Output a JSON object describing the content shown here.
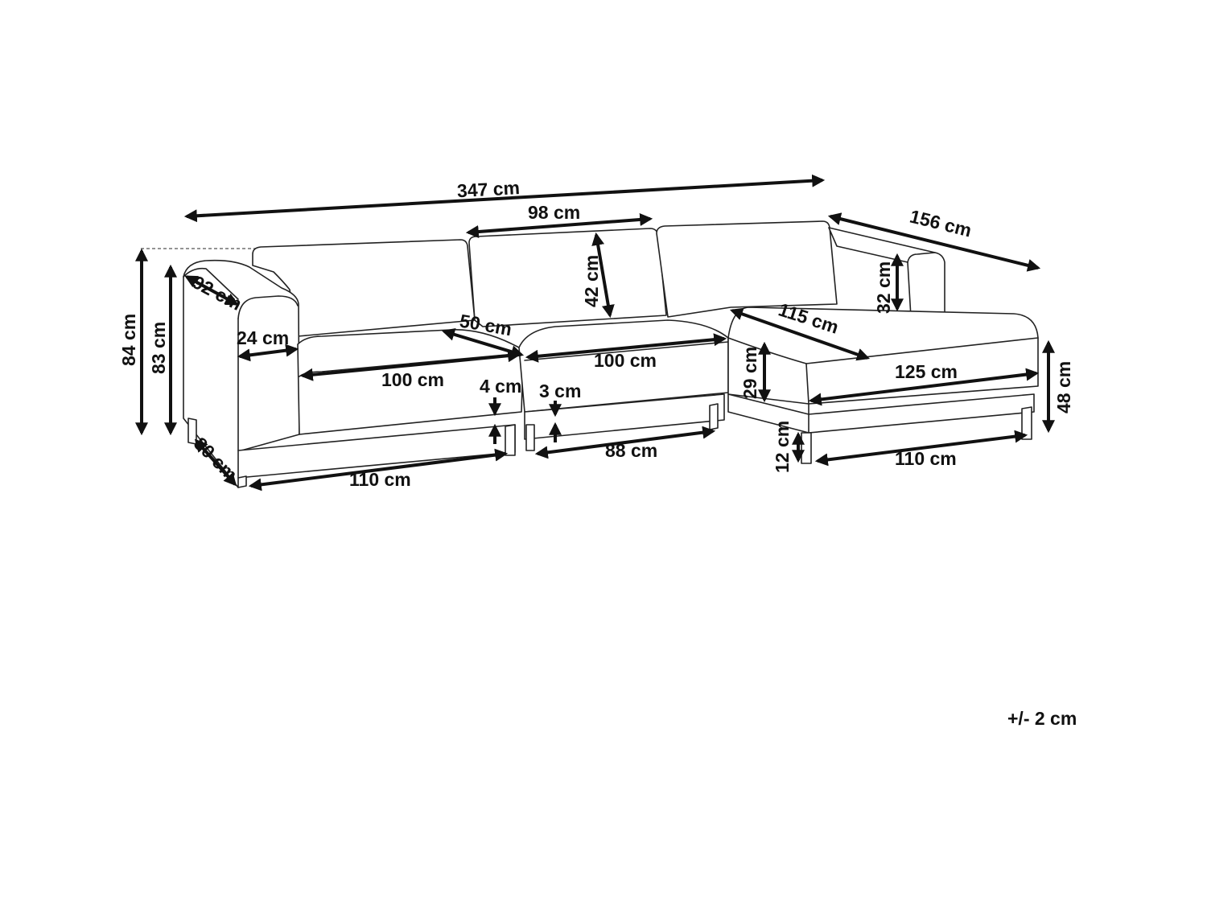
{
  "dimensions": {
    "total_length": "347 cm",
    "middle_back_width": "98 cm",
    "back_cushion_height": "42 cm",
    "chaise_depth": "156 cm",
    "chaise_back_height": "32 cm",
    "overall_height": "84 cm",
    "armrest_height": "83 cm",
    "armrest_depth": "92 cm",
    "armrest_width": "24 cm",
    "seat_depth": "50 cm",
    "left_seat_width": "100 cm",
    "middle_seat_width": "100 cm",
    "chaise_seat_length": "115 cm",
    "chaise_seat_width": "125 cm",
    "left_cushion_thickness": "4 cm",
    "middle_cushion_thickness": "3 cm",
    "seat_cushion_height": "29 cm",
    "seat_height": "48 cm",
    "sofa_depth": "80 cm",
    "left_base_width": "110 cm",
    "middle_base_width": "88 cm",
    "leg_height": "12 cm",
    "chaise_base_width": "110 cm"
  },
  "tolerance": "+/- 2 cm",
  "colors": {
    "line": "#222222",
    "background": "#ffffff"
  }
}
